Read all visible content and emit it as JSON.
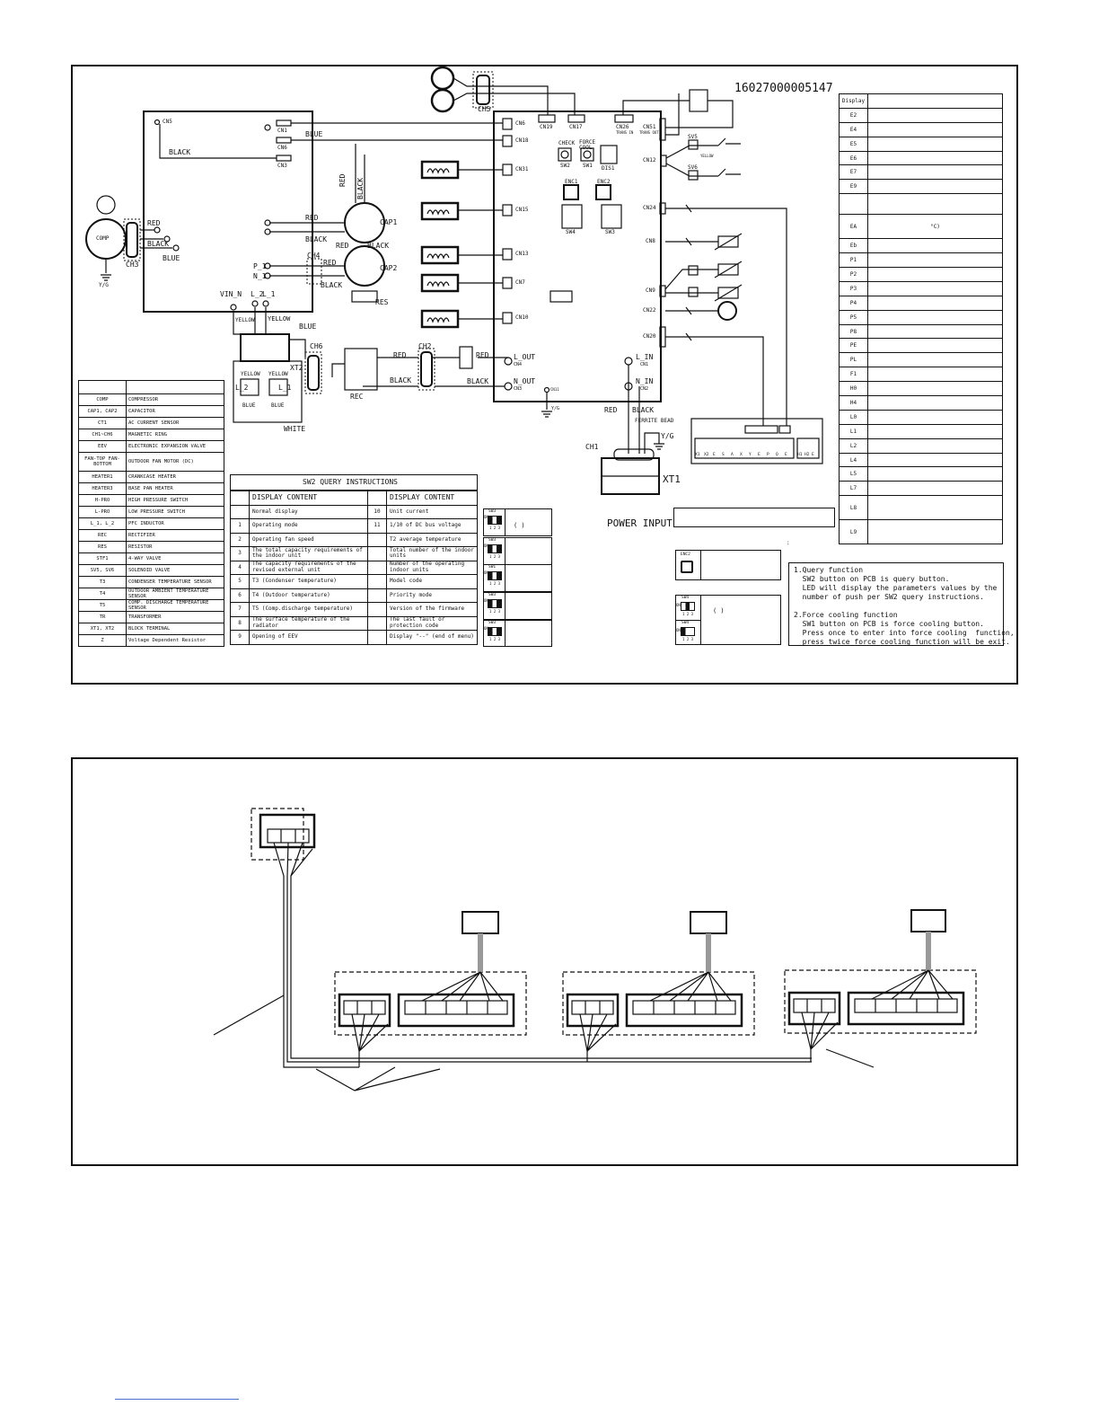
{
  "part_number": "16027000005147",
  "components": {
    "comp": "COMP",
    "ground_label": "Y/G",
    "ch3": "CH3",
    "cap1": "CAP1",
    "cap2": "CAP2",
    "ch4": "CH4",
    "res": "RES",
    "ch5": "CH5",
    "ch6": "CH6",
    "ch2": "CH2",
    "ch1": "CH1",
    "xt1": "XT1",
    "xt2": "XT2",
    "rec": "REC",
    "power_input": "POWER INPUT",
    "ferrite_bead": "FERRITE BEAD"
  },
  "ipm_board": {
    "cn5": "CN5",
    "cn1": "CN1",
    "cn6": "CN6",
    "cn3": "CN3",
    "p1": "P_1",
    "n1": "N_1",
    "vin_n": "VIN_N",
    "l2": "L_2",
    "l1": "L_1"
  },
  "main_board": {
    "connectors_left": [
      "CN6",
      "CN18",
      "CN31",
      "CN15",
      "CN13",
      "CN7",
      "CN10"
    ],
    "connectors_top": [
      "CN19",
      "CN17",
      "CN26"
    ],
    "trans_in": "TRANS IN",
    "trans_out": "TRANS OUT",
    "connectors_right": [
      "CN51",
      "CN12",
      "CN24",
      "CN8",
      "CN9",
      "CN22",
      "CN20"
    ],
    "check": "CHECK",
    "force_cool": "FORCE COOL",
    "sw2": "SW2",
    "sw1": "SW1",
    "dis1": "DIS1",
    "enc1": "ENC1",
    "enc2": "ENC2",
    "sw4": "SW4",
    "sw3": "SW3",
    "on": "ON",
    "l_out": "L_OUT",
    "cn4": "CN4",
    "n_out": "N_OUT",
    "cn3": "CN3",
    "cn11": "CN11",
    "l_in": "L_IN",
    "cn1": "CN1",
    "n_in": "N_IN",
    "cn2": "CN2",
    "yellow": "YELLOW",
    "sv5": "SV5",
    "sv6": "SV6"
  },
  "wires": {
    "black": "BLACK",
    "blue": "BLUE",
    "red": "RED",
    "yellow": "YELLOW",
    "yellow_short": "YELLOW",
    "white": "WHITE"
  },
  "terminal_labels": [
    "X1",
    "X2",
    "E",
    "S",
    "A",
    "X",
    "Y",
    "E",
    "P",
    "Q",
    "E",
    "H1",
    "H2",
    "E"
  ],
  "legend": [
    [
      "COMP",
      "COMPRESSOR"
    ],
    [
      "CAP1, CAP2",
      "CAPACITOR"
    ],
    [
      "CT1",
      "AC CURRENT SENSOR"
    ],
    [
      "CH1~CH6",
      "MAGNETIC RING"
    ],
    [
      "EEV",
      "ELECTRONIC EXPANSION VALVE"
    ],
    [
      "FAN-TOP FAN-BOTTOM",
      "OUTDOOR FAN MOTOR (DC)"
    ],
    [
      "HEATER1",
      "CRANKCASE HEATER"
    ],
    [
      "HEATER3",
      "BASE PAN  HEATER"
    ],
    [
      "H-PRO",
      "HIGH PRESSURE SWITCH"
    ],
    [
      "L-PRO",
      "LOW PRESSURE SWITCH"
    ],
    [
      "L_1, L_2",
      "PFC INDUCTOR"
    ],
    [
      "REC",
      "RECTIFIER"
    ],
    [
      "RES",
      "RESISTOR"
    ],
    [
      "STF1",
      "4-WAY VALVE"
    ],
    [
      "SV5, SV6",
      "SOLENOID VALVE"
    ],
    [
      "T3",
      "CONDENSER TEMPERATURE SENSOR"
    ],
    [
      "T4",
      "OUTDOOR AMBIENT TEMPERATURE SENSOR"
    ],
    [
      "T5",
      "COMP. DISCHARGE TEMPERATURE SENSOR"
    ],
    [
      "TR",
      "TRANSFORMER"
    ],
    [
      "XT1, XT2",
      "BLOCK TERMINAL"
    ],
    [
      "Z",
      "Voltage Dependent Resistor"
    ]
  ],
  "query": {
    "title": "SW2 QUERY INSTRUCTIONS",
    "header": "DISPLAY CONTENT",
    "rows": [
      [
        "",
        "Normal display",
        "10",
        "Unit current"
      ],
      [
        "1",
        "Operating mode",
        "11",
        "1/10 of DC bus voltage"
      ],
      [
        "2",
        "Operating fan speed",
        "",
        "T2 average temperature"
      ],
      [
        "3",
        "The total capacity requirements of the indoor unit",
        "",
        "Total number of the indoor units"
      ],
      [
        "4",
        "The  capacity  requirements of the revised external unit",
        "",
        "Number of the operating indoor units"
      ],
      [
        "5",
        "T3 (Condenser temperature)",
        "",
        "Model code"
      ],
      [
        "6",
        "T4 (Outdoor temperature)",
        "",
        "Priority mode"
      ],
      [
        "7",
        "T5 (Comp.discharge temperature)",
        "",
        "Version of the firmware"
      ],
      [
        "8",
        "The surface temperature of the radiator",
        "",
        "The last fault or protection code"
      ],
      [
        "9",
        "Opening of EEV",
        "",
        "Display \"--\" (end of menu)"
      ]
    ]
  },
  "dip": {
    "sw3": "SW3",
    "sw1": "SW1",
    "sw4": "SW4",
    "enc2": "ENC2",
    "scale": "1 2 3",
    "paren": "(          )",
    "colon": ":"
  },
  "error_codes": {
    "header": "Display",
    "codes": [
      "E2",
      "E4",
      "E5",
      "E6",
      "E7",
      "E9",
      "",
      "EA",
      "Eb",
      "P1",
      "P2",
      "P3",
      "P4",
      "P5",
      "P8",
      "PE",
      "PL",
      "F1",
      "H0",
      "H4",
      "L0",
      "L1",
      "L2",
      "L4",
      "L5",
      "L7",
      "L8",
      "L9"
    ],
    "ea_note": "°C)"
  },
  "notes": {
    "text": "1.Query function\n  SW2 button on PCB is query button.\n  LED will display the parameters values by the\n  number of push per SW2 query instructions.\n\n2.Force cooling function\n  SW1 button on PCB is force cooling button.\n  Press once to enter into force cooling  function,\n  press twice force cooling function will be exit."
  }
}
